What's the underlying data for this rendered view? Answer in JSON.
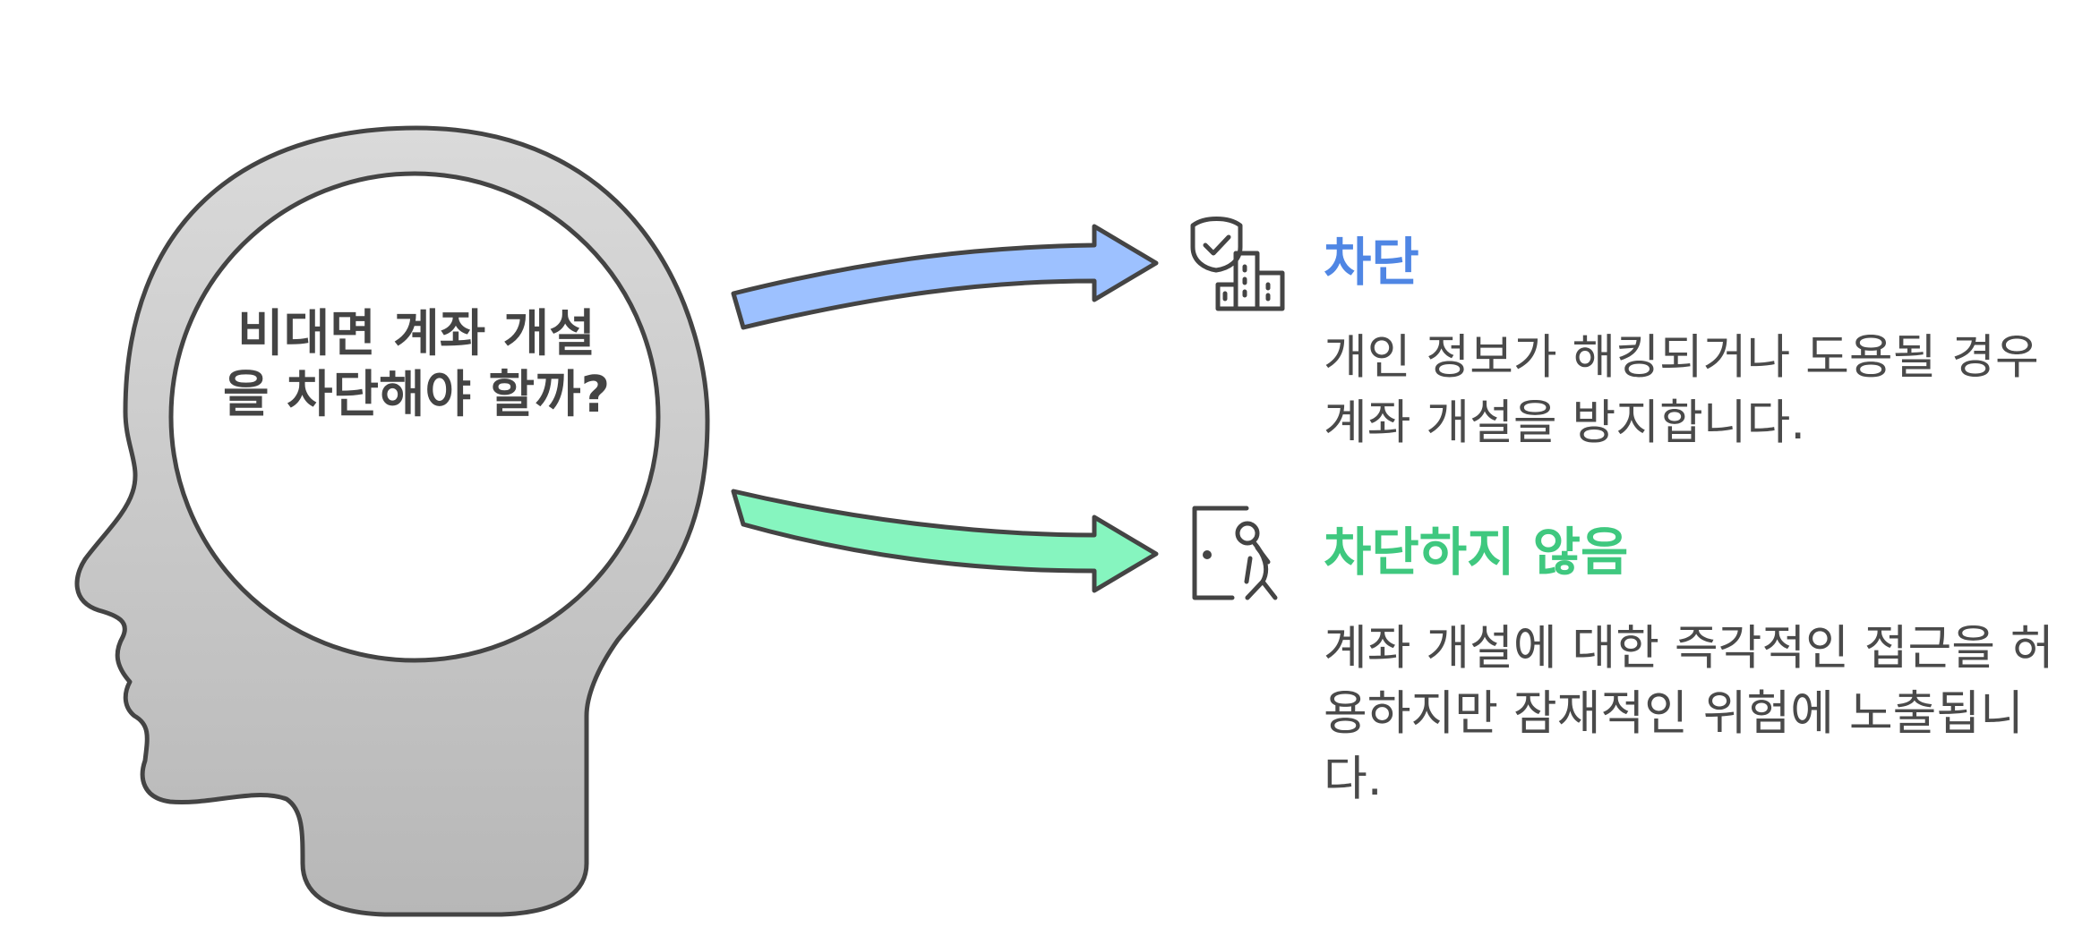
{
  "question": "비대면 계좌 개설을 차단해야 할까?",
  "colors": {
    "outline": "#444444",
    "head_fill_top": "#d9d9d9",
    "head_fill_bottom": "#b9b9b9",
    "arrow_block": "#9dc1ff",
    "arrow_allow": "#86f5bf",
    "title_block": "#4f86e4",
    "title_allow": "#3fc87f"
  },
  "options": [
    {
      "title": "차단",
      "description": "개인 정보가 해킹되거나 도용될 경우 계좌 개설을 방지합니다.",
      "icon": "shield-building-icon"
    },
    {
      "title": "차단하지 않음",
      "description": "계좌 개설에 대한 즉각적인 접근을 허용하지만 잠재적인 위험에 노출됩니다.",
      "icon": "person-leaving-door-icon"
    }
  ]
}
